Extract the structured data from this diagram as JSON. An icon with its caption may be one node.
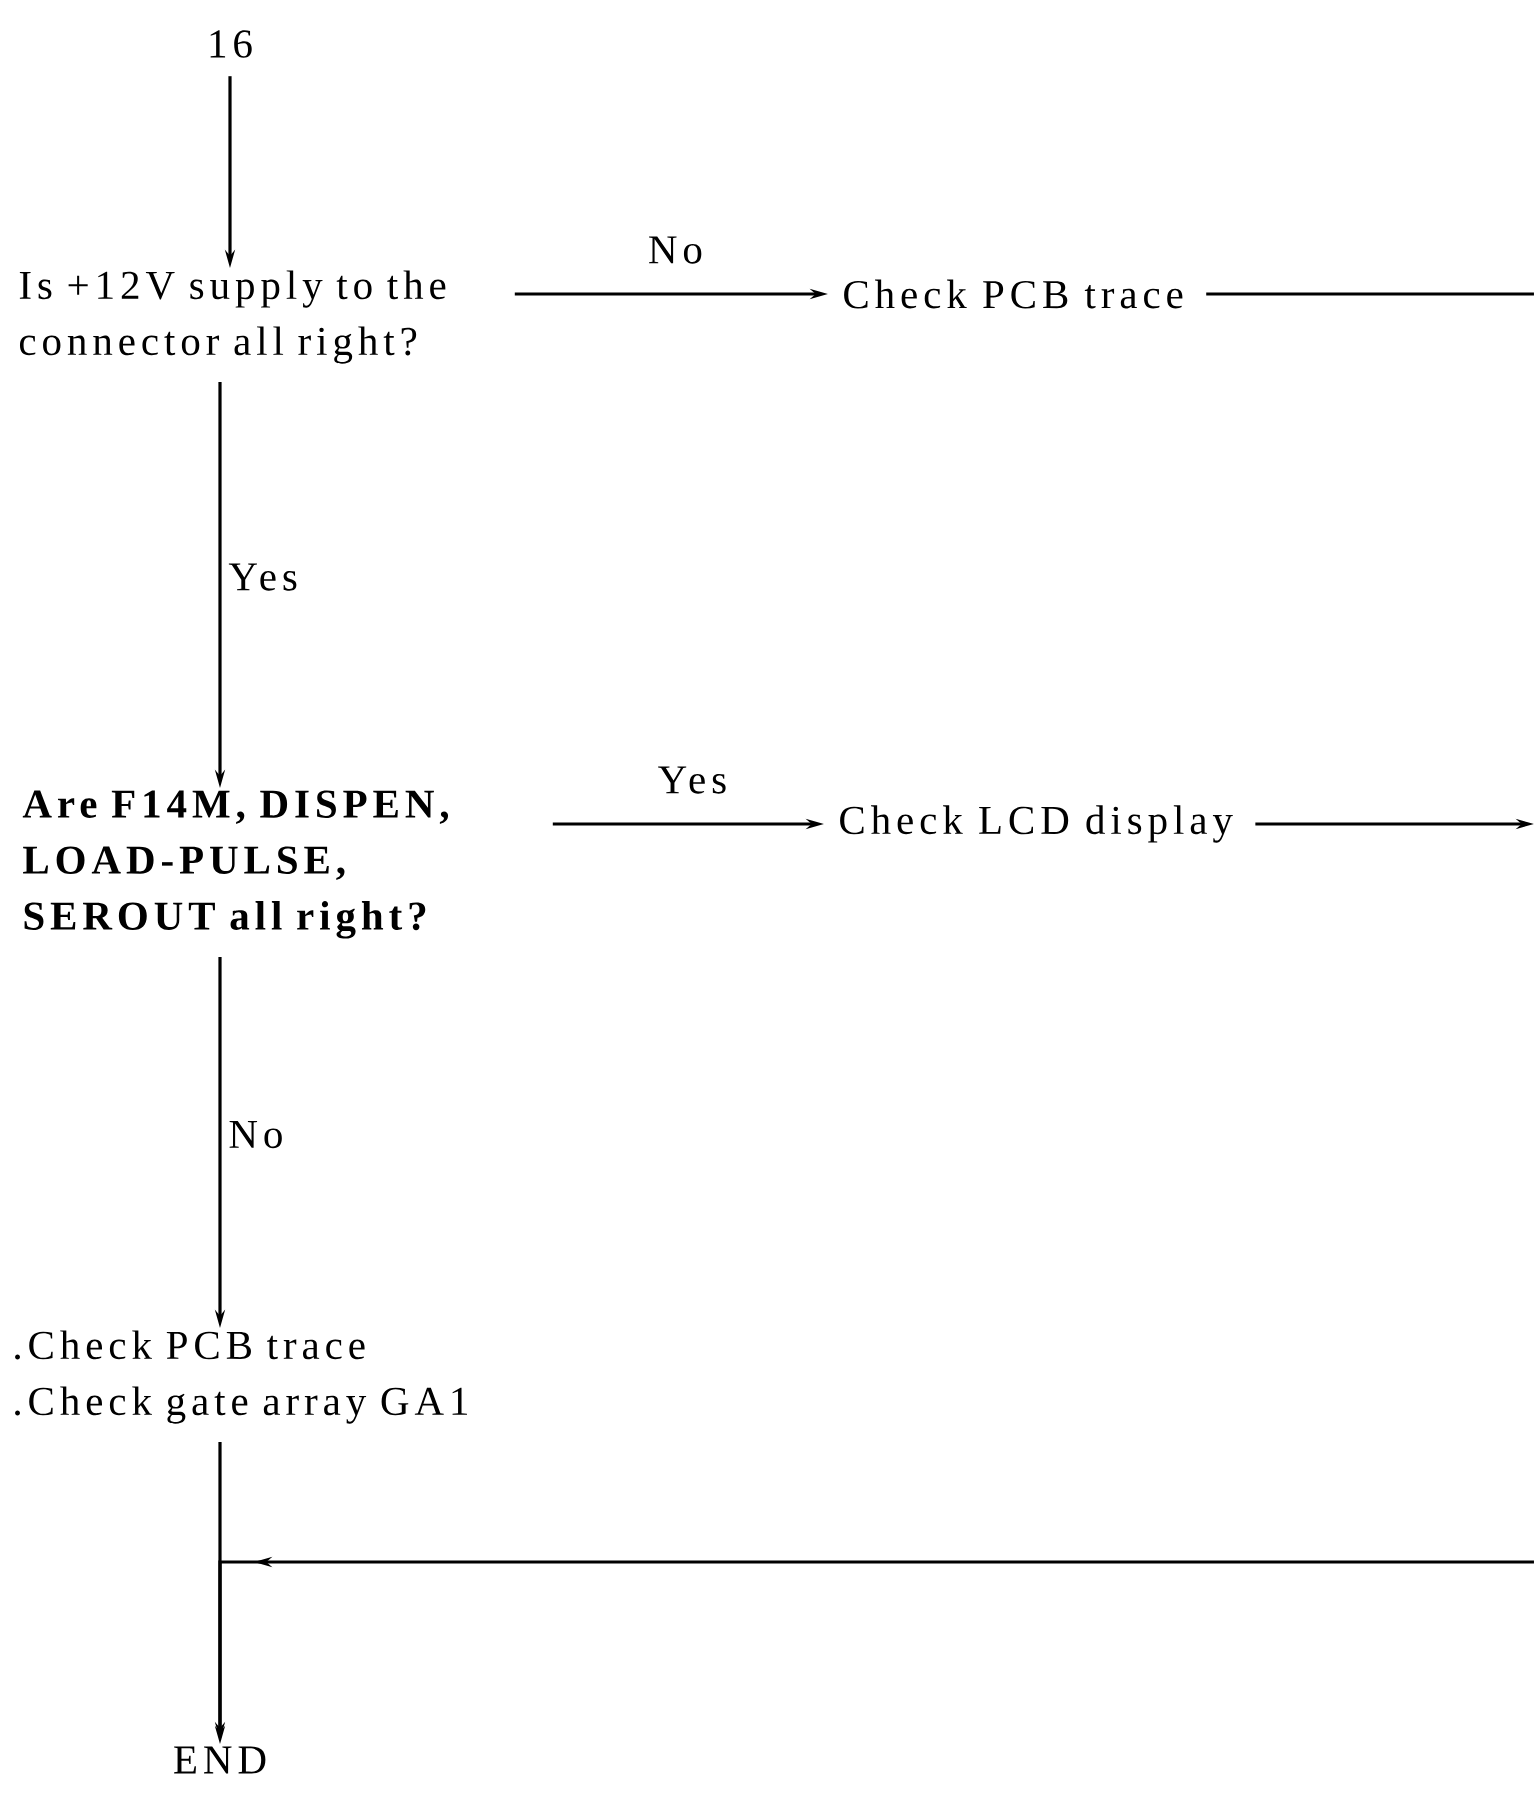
{
  "diagram": {
    "nodes": [
      {
        "text": [
          "16"
        ]
      },
      {
        "text": [
          "Is +12V supply to the connector all right?"
        ]
      },
      {
        "text": [
          "Check PCB trace"
        ]
      },
      {
        "text": [
          "Are F14M, DISPEN, LOAD-PULSE, SEROUT all right?"
        ]
      },
      {
        "text": [
          "Check LCD display"
        ]
      },
      {
        "text": [
          ".Check PCB trace",
          ".Check gate array GA1"
        ]
      },
      {
        "text": [
          "END"
        ]
      }
    ],
    "edges": [
      {
        "from": 0,
        "to": 1,
        "arrow": "to"
      },
      {
        "from": 1,
        "to": 2,
        "arrow": "to",
        "label": "No"
      },
      {
        "from": 1,
        "to": 3,
        "arrow": "to",
        "label": "Yes"
      },
      {
        "from": 3,
        "to": 4,
        "arrow": "to",
        "label": "Yes"
      },
      {
        "from": 3,
        "to": 5,
        "arrow": "to",
        "label": "No"
      },
      {
        "from": 5,
        "to": 6,
        "arrow": "to"
      },
      {
        "from": 2,
        "to": null,
        "arrow": "none"
      },
      {
        "from": 4,
        "to": null,
        "arrow": "to"
      },
      {
        "from": null,
        "to": 6,
        "arrow": "to"
      }
    ]
  }
}
